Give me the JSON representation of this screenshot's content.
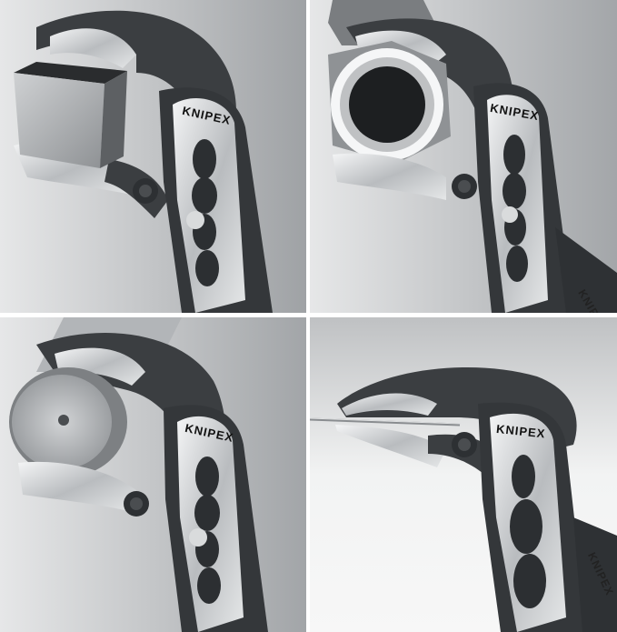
{
  "panels": [
    {
      "id": "panel-square-bar",
      "label": "KNIPEX"
    },
    {
      "id": "panel-hex-nut",
      "label": "KNIPEX",
      "side_label": "KNIPEX"
    },
    {
      "id": "panel-round-bar",
      "label": "KNIPEX"
    },
    {
      "id": "panel-wire",
      "label": "KNIPEX",
      "side_label": "KNIPEX"
    }
  ],
  "colors": {
    "handle": "#3a3d40",
    "chrome": "#d7d9db",
    "background_light": "#e9eaeb",
    "background_dark": "#a9abad"
  }
}
